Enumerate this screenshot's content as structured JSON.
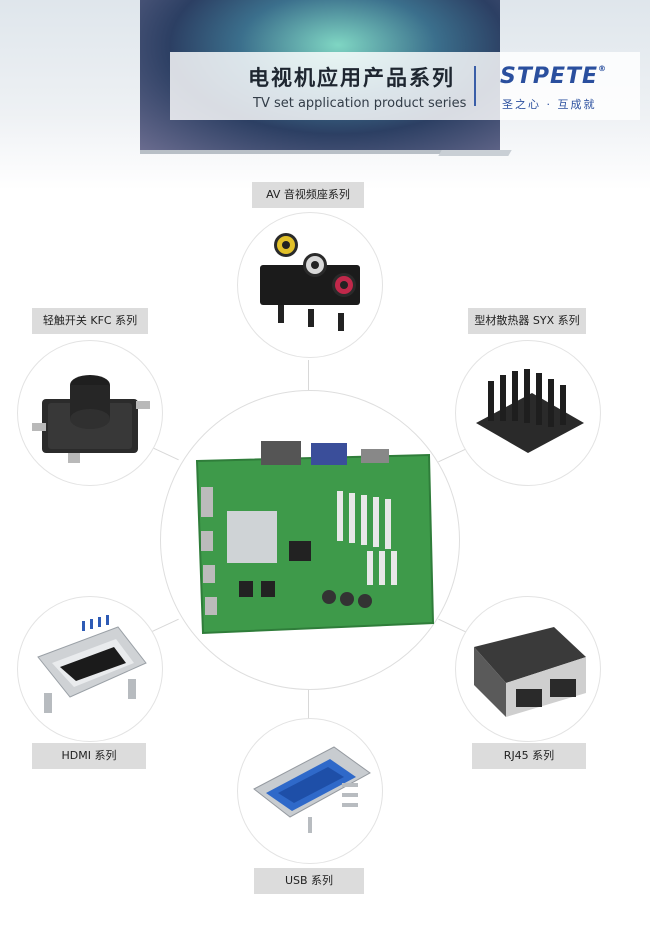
{
  "header": {
    "title_cn": "电视机应用产品系列",
    "title_en": "TV set application product series",
    "brand": "STPETE",
    "brand_mark": "®",
    "slogan": "圣之心 · 互成就"
  },
  "products": {
    "av": "AV 音视频座系列",
    "kfc": "轻触开关 KFC 系列",
    "syx": "型材散热器 SYX 系列",
    "hdmi": "HDMI 系列",
    "rj45": "RJ45 系列",
    "usb": "USB 系列"
  }
}
